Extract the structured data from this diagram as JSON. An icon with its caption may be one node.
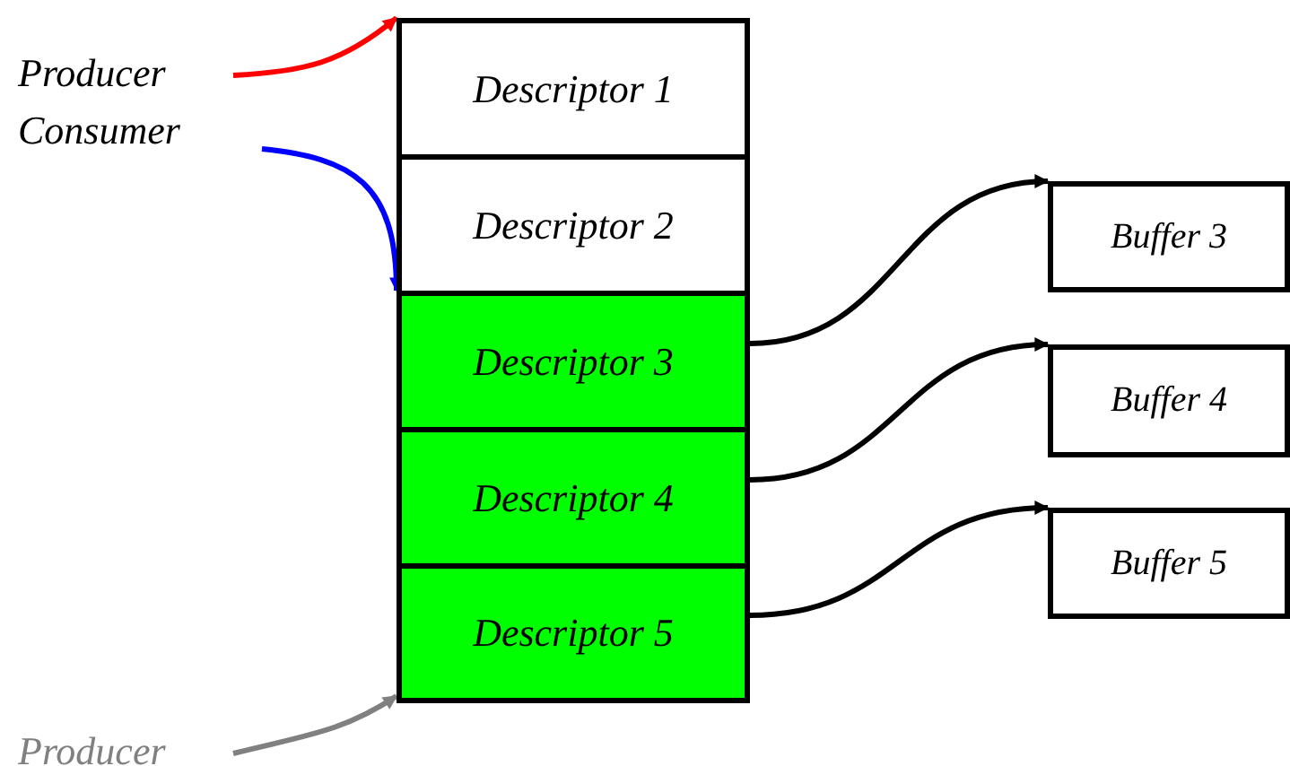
{
  "diagram": {
    "nodes": [
      {
        "text": [
          "Producer"
        ]
      },
      {
        "text": [
          "Consumer"
        ]
      },
      {
        "text": [
          "Descriptor 1"
        ]
      },
      {
        "text": [
          "Descriptor 2"
        ]
      },
      {
        "text": [
          "Descriptor 3"
        ]
      },
      {
        "text": [
          "Descriptor 4"
        ]
      },
      {
        "text": [
          "Descriptor 5"
        ]
      },
      {
        "text": [
          "Buffer 3"
        ]
      },
      {
        "text": [
          "Buffer 4"
        ]
      },
      {
        "text": [
          "Buffer 5"
        ]
      },
      {
        "text": [
          "Producer"
        ]
      }
    ],
    "edges": [
      {
        "from": 0,
        "to": 2,
        "arrow": "to",
        "color": "#ff0000"
      },
      {
        "from": 1,
        "to": 4,
        "arrow": "to",
        "color": "#0000ff"
      },
      {
        "from": 10,
        "to": 6,
        "arrow": "to",
        "color": "#808080"
      },
      {
        "from": 4,
        "to": 7,
        "arrow": "to"
      },
      {
        "from": 5,
        "to": 8,
        "arrow": "to"
      },
      {
        "from": 6,
        "to": 9,
        "arrow": "to"
      }
    ]
  }
}
